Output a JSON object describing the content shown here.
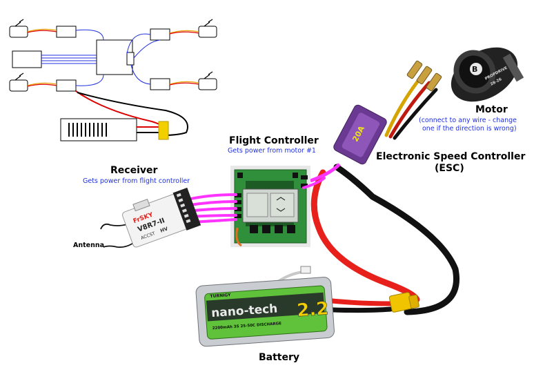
{
  "colors": {
    "signal_wire": "#ff33ff",
    "power_positive": "#e8201c",
    "power_negative": "#111111",
    "label_blue": "#1f2fe0",
    "battery_green": "#5fc23a",
    "esc_purple": "#7a3f9e",
    "pcb_green": "#2f8f3a"
  },
  "labels": {
    "flight_controller": "Flight Controller",
    "flight_controller_note": "Gets power from motor #1",
    "receiver": "Receiver",
    "receiver_note": "Gets power from flight controller",
    "antenna": "Antenna",
    "motor": "Motor",
    "motor_note_1": "(connect to any wire - change",
    "motor_note_2": "one if the direction is wrong)",
    "esc_1": "Electronic Speed Controller",
    "esc_2": "(ESC)",
    "battery": "Battery"
  },
  "receiver_markings": {
    "brand": "FrSKY",
    "model": "V8R7-II",
    "mode_1": "ACCST",
    "mode_2": "HV"
  },
  "battery_markings": {
    "brand": "TURNIGY",
    "product": "nano-tech",
    "capacity": "2.2",
    "spec": "2200mAh 3S 25-50C DISCHARGE"
  },
  "motor_markings": {
    "brand": "PROPDRIVE",
    "model": "28-26"
  },
  "esc_markings": {
    "label": "20A"
  },
  "icons": {
    "motor": "brushless-motor-icon",
    "esc": "esc-module-icon",
    "fc": "flight-controller-board-icon",
    "receiver": "rc-receiver-icon",
    "battery": "lipo-battery-icon",
    "schematic": "quadcopter-wiring-schematic-icon"
  }
}
